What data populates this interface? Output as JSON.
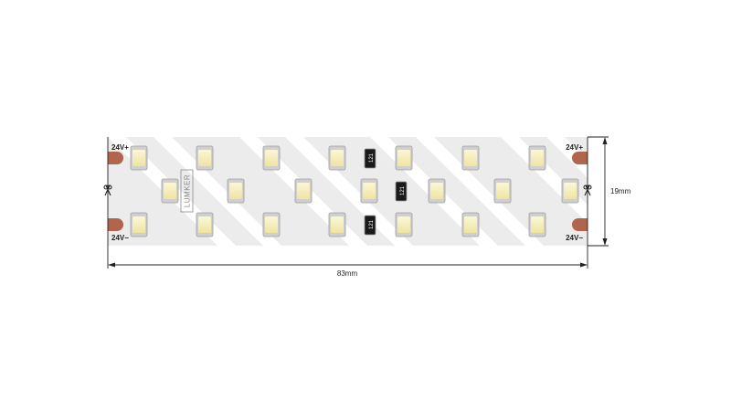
{
  "strip": {
    "brand": "LUMKER",
    "pad_labels": {
      "top_left": "24V+",
      "top_right": "24V+",
      "bottom_left": "24V−",
      "bottom_right": "24V−"
    },
    "resistor_code": "121",
    "led_count": 21,
    "resistor_count": 3,
    "cut_mark": "scissors-icon"
  },
  "dimensions": {
    "length_label": "83mm",
    "width_label": "19mm"
  },
  "colors": {
    "pcb": "#ececec",
    "stripe": "#ffffff",
    "pad": "#b0654c",
    "led_phosphor": "#f6efb4",
    "led_frame": "#cfcfcf",
    "resistor": "#1a1a1a"
  }
}
